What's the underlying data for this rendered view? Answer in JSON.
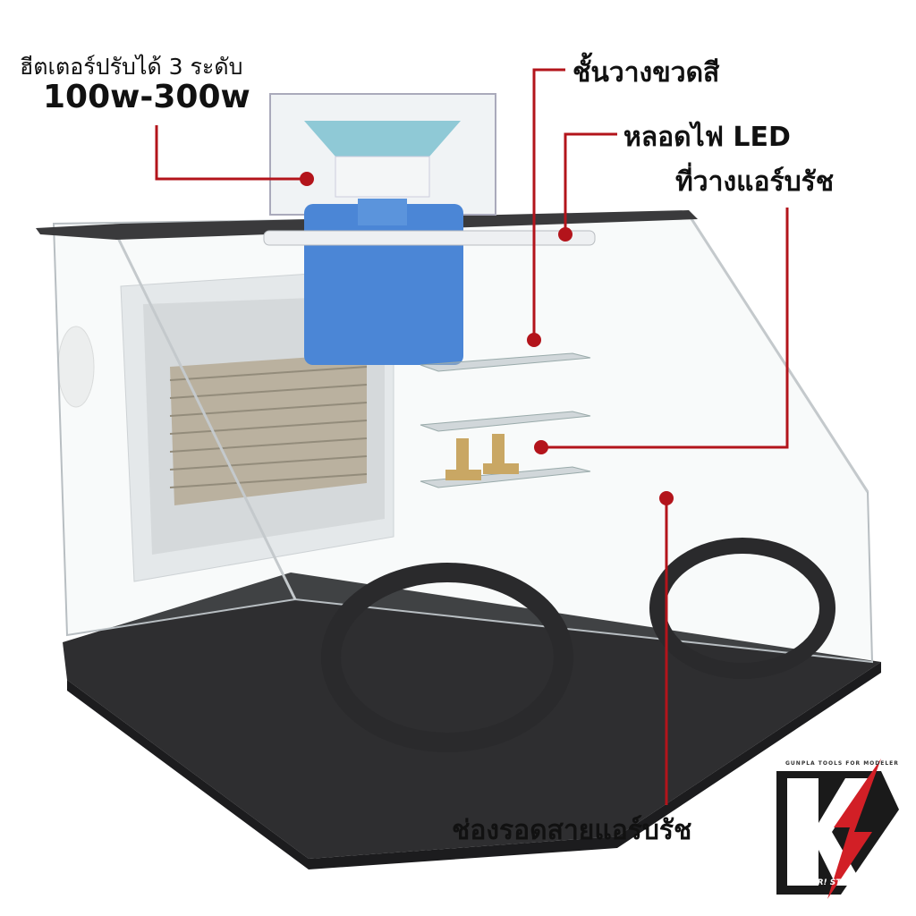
{
  "callouts": {
    "heater_line1": "ฮีตเตอร์ปรับได้ 3 ระดับ",
    "heater_line2": "100w-300w",
    "shelf": "ชั้นวางขวดสี",
    "led": "หลอดไฟ LED",
    "airbrush_holder": "ที่วางแอร์บรัช",
    "hose_slot": "ช่องรอดสายแอร์บรัช"
  },
  "logo": {
    "tagline": "GUNPLA TOOLS FOR MODELER",
    "name": "KOOLER! STUDIO"
  },
  "colors": {
    "callout": "#b3141b",
    "box_base": "#2e2e30",
    "filter_tank": "#4b86d6",
    "fan_cap": "#8fc9d6"
  }
}
